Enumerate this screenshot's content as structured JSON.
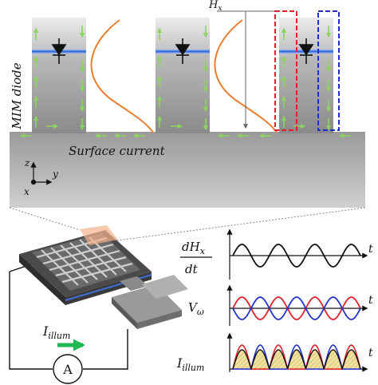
{
  "labels": {
    "mim_diode": "MIM diode",
    "surface_current": "Surface current",
    "hx_main": "H",
    "hx_sub": "x",
    "axis_z": "z",
    "axis_y": "y",
    "axis_x": "x",
    "illum_main": "I",
    "illum_sub": "illum",
    "ammeter": "A",
    "dhx_num_d": "dH",
    "dhx_num_sub": "x",
    "dhx_den": "dt",
    "v_main": "V",
    "v_sub": "ω",
    "ii_main": "I",
    "ii_sub": "illum",
    "t1": "t",
    "t2": "t",
    "t3": "t"
  },
  "colors": {
    "current_arrow": "#8dd35f",
    "field_profile": "#e87d2e",
    "highlight_red": "#e0202a",
    "highlight_blue": "#1f2fbf",
    "diode_layer": "#3f6fd8",
    "wave_red": "#e0202a",
    "wave_blue": "#2233cc",
    "rectified_fill": "#f3e3a0",
    "illum_arrow": "#1db954"
  },
  "icons": {
    "diode": "diode-icon",
    "ammeter": "ammeter-icon",
    "axes": "axis-triad-icon"
  }
}
